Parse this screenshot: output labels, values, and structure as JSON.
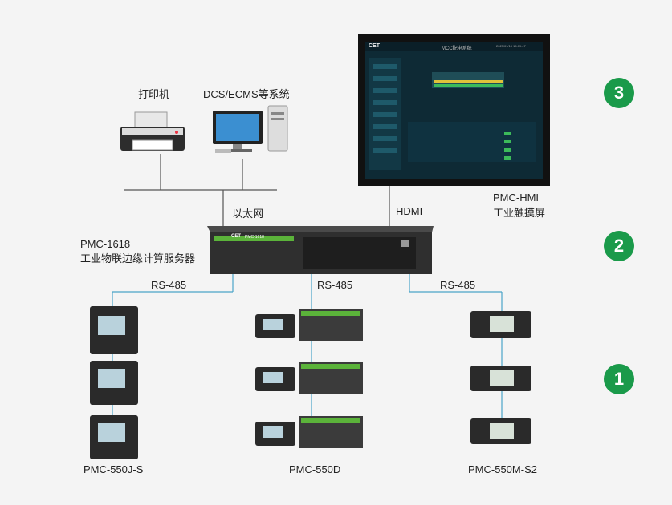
{
  "labels": {
    "printer": "打印机",
    "dcs": "DCS/ECMS等系统",
    "ethernet": "以太网",
    "hdmi": "HDMI",
    "hmi_model": "PMC-HMI",
    "hmi_desc": "工业触摸屏",
    "server_model": "PMC-1618",
    "server_desc": "工业物联边缘计算服务器",
    "rs485_left": "RS-485",
    "rs485_mid": "RS-485",
    "rs485_right": "RS-485",
    "dev_left": "PMC-550J-S",
    "dev_mid": "PMC-550D",
    "dev_right": "PMC-550M-S2"
  },
  "badges": {
    "top": "3",
    "middle": "2",
    "bottom": "1"
  },
  "hmi_screen": {
    "logo": "CET",
    "title": "MCC配电系统",
    "timestamp": "2023/01/19 15:09:47"
  },
  "server_panel": {
    "brand": "CET",
    "model": "PMC-1618"
  },
  "colors": {
    "badge": "#1a9a4a",
    "line_dark": "#555555",
    "line_blue": "#4aa3c8",
    "server_green": "#5bb33a"
  }
}
